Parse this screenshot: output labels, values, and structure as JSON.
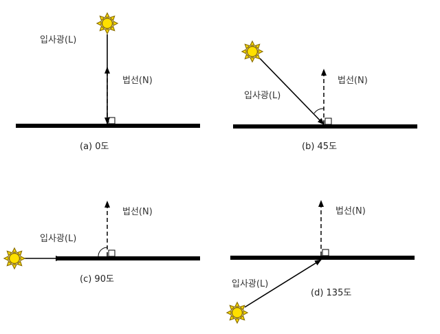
{
  "colors": {
    "line": "#000000",
    "sun_fill": "#ffe000",
    "sun_stroke": "#8a6d00",
    "text": "#333333"
  },
  "icons": {
    "sun": "sun-icon"
  },
  "panels": [
    {
      "id": "a",
      "caption": "(a) 0도",
      "normal_label": "법선(N)",
      "incident_label": "입사광(L)",
      "incidence_angle_deg": 0
    },
    {
      "id": "b",
      "caption": "(b) 45도",
      "normal_label": "법선(N)",
      "incident_label": "입사광(L)",
      "incidence_angle_deg": 45
    },
    {
      "id": "c",
      "caption": "(c) 90도",
      "normal_label": "법선(N)",
      "incident_label": "입사광(L)",
      "incidence_angle_deg": 90
    },
    {
      "id": "d",
      "caption": "(d) 135도",
      "normal_label": "법선(N)",
      "incident_label": "입사광(L)",
      "incidence_angle_deg": 135
    }
  ]
}
